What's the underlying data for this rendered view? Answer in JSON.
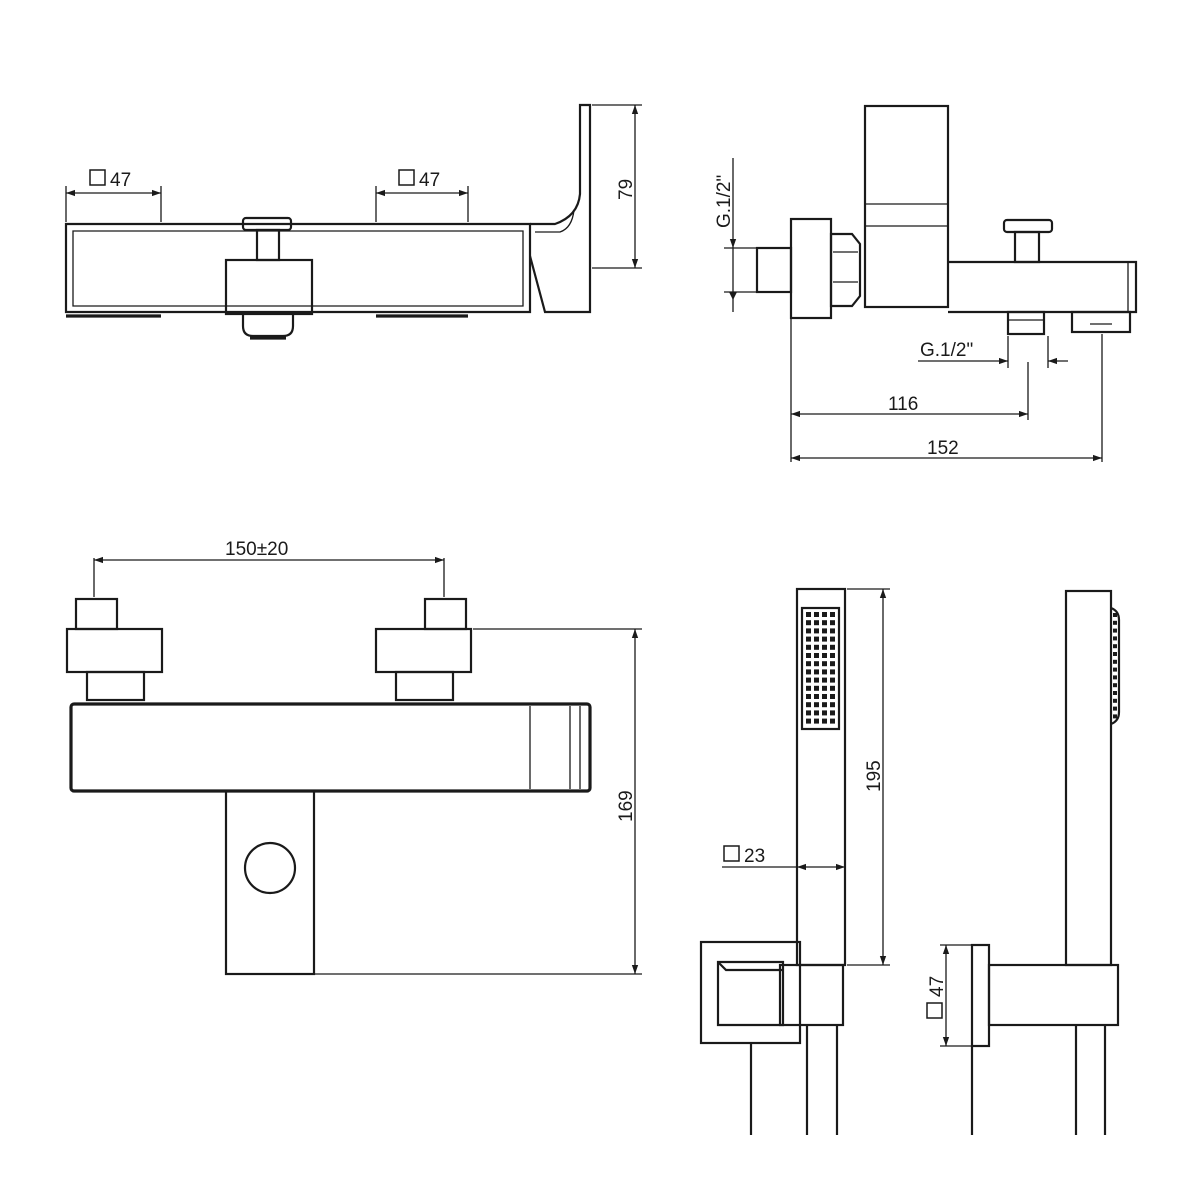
{
  "dimensions": {
    "square_47": "47",
    "height_79": "79",
    "thread_vertical": "G.1/2\"",
    "thread_horizontal": "G.1/2\"",
    "depth_116": "116",
    "depth_152": "152",
    "spacing": "150±20",
    "height_169": "169",
    "square_23": "23",
    "length_195": "195"
  },
  "colors": {
    "line": "#1a1a1a",
    "background": "#ffffff"
  }
}
